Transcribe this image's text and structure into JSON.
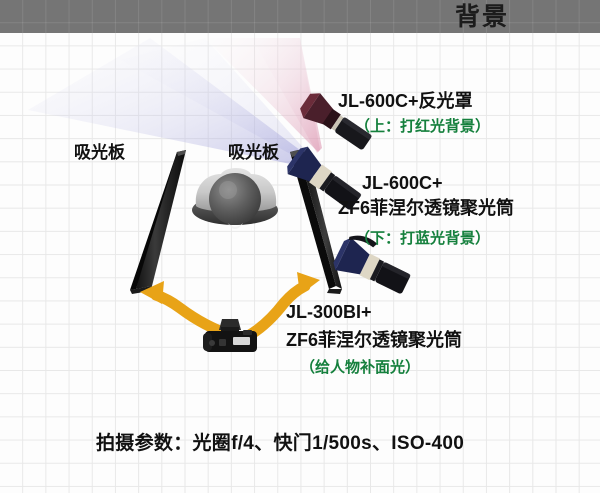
{
  "background_strip": {
    "label": "背景",
    "color": "#757575"
  },
  "canvas": {
    "grid_color": "#e8e8e8",
    "background_color": "#fdfdfd"
  },
  "absorber_panels": [
    {
      "label": "吸光板",
      "side": "left"
    },
    {
      "label": "吸光板",
      "side": "right"
    }
  ],
  "lights": [
    {
      "id": "light-1",
      "name": "JL-600C+反光罩",
      "note": "（上：打红光背景）",
      "note_color": "#15803d",
      "beam_color": "#e8b8c8",
      "head_color": "#4a1f2b"
    },
    {
      "id": "light-2",
      "name_line1": "JL-600C+",
      "name_line2": "ZF6菲涅尔透镜聚光筒",
      "note": "（下：打蓝光背景）",
      "note_color": "#15803d",
      "beam_color": "#b9b8e0",
      "head_color": "#1e2550"
    },
    {
      "id": "light-3",
      "name_line1": "JL-300BI+",
      "name_line2": "ZF6菲涅尔透镜聚光筒",
      "note": "（给人物补面光）",
      "note_color": "#15803d",
      "head_color": "#1e2550"
    }
  ],
  "subject": {
    "name": "subject-person-top-view"
  },
  "camera": {
    "name": "camera-dslr"
  },
  "arrows": {
    "color": "#e8a317",
    "count": 2
  },
  "shooting_parameters": {
    "text": "拍摄参数：光圈f/4、快门1/500s、ISO-400",
    "aperture": "f/4",
    "shutter": "1/500s",
    "iso": "ISO-400"
  }
}
